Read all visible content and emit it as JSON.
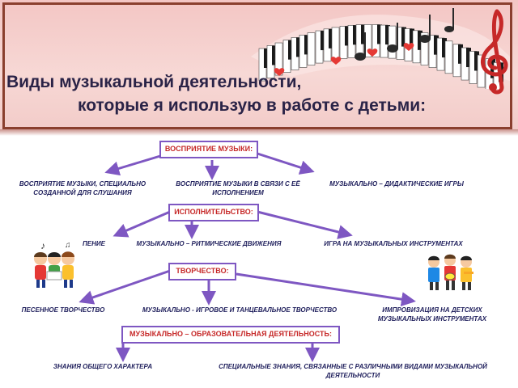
{
  "banner": {
    "title_line1": "Виды музыкальной деятельности,",
    "title_line2": "которые я использую в работе с детьми:",
    "colors": {
      "background": "#f3c6c4",
      "border": "#8a3f2e",
      "title": "#2a2347"
    }
  },
  "nodes": {
    "perception": {
      "label": "ВОСПРИЯТИЕ МУЗЫКИ:",
      "children": [
        "ВОСПРИЯТИЕ МУЗЫКИ, СПЕЦИАЛЬНО СОЗДАННОЙ ДЛЯ СЛУШАНИЯ",
        "ВОСПРИЯТИЕ МУЗЫКИ В СВЯЗИ С ЕЁ ИСПОЛНЕНИЕМ",
        "МУЗЫКАЛЬНО – ДИДАКТИЧЕСКИЕ ИГРЫ"
      ]
    },
    "performance": {
      "label": "ИСПОЛНИТЕЛЬСТВО:",
      "children": [
        "ПЕНИЕ",
        "МУЗЫКАЛЬНО – РИТМИЧЕСКИЕ ДВИЖЕНИЯ",
        "ИГРА НА МУЗЫКАЛЬНЫХ ИНСТРУМЕНТАХ"
      ]
    },
    "creativity": {
      "label": "ТВОРЧЕСТВО:",
      "children": [
        "ПЕСЕННОЕ ТВОРЧЕСТВО",
        "МУЗЫКАЛЬНО - ИГРОВОЕ И ТАНЦЕВАЛЬНОЕ ТВОРЧЕСТВО",
        "ИМПРОВИЗАЦИЯ НА ДЕТСКИХ МУЗЫКАЛЬНЫХ ИНСТРУМЕНТАХ"
      ]
    },
    "education": {
      "label": "МУЗЫКАЛЬНО – ОБРАЗОВАТЕЛЬНАЯ ДЕЯТЕЛЬНОСТЬ:",
      "children": [
        "ЗНАНИЯ ОБЩЕГО ХАРАКТЕРА",
        "СПЕЦИАЛЬНЫЕ ЗНАНИЯ, СВЯЗАННЫЕ С РАЗЛИЧНЫМИ ВИДАМИ МУЗЫКАЛЬНОЙ ДЕЯТЕЛЬНОСТИ"
      ]
    }
  },
  "colors": {
    "box_border": "#7e57c2",
    "box_text": "#c62828",
    "leaf_text": "#1f1f5c",
    "arrow": "#7e57c2"
  },
  "icons": [
    "piano-keys-icon",
    "music-notes-icon",
    "treble-clef-icon",
    "singing-children-icon",
    "band-children-icon"
  ]
}
